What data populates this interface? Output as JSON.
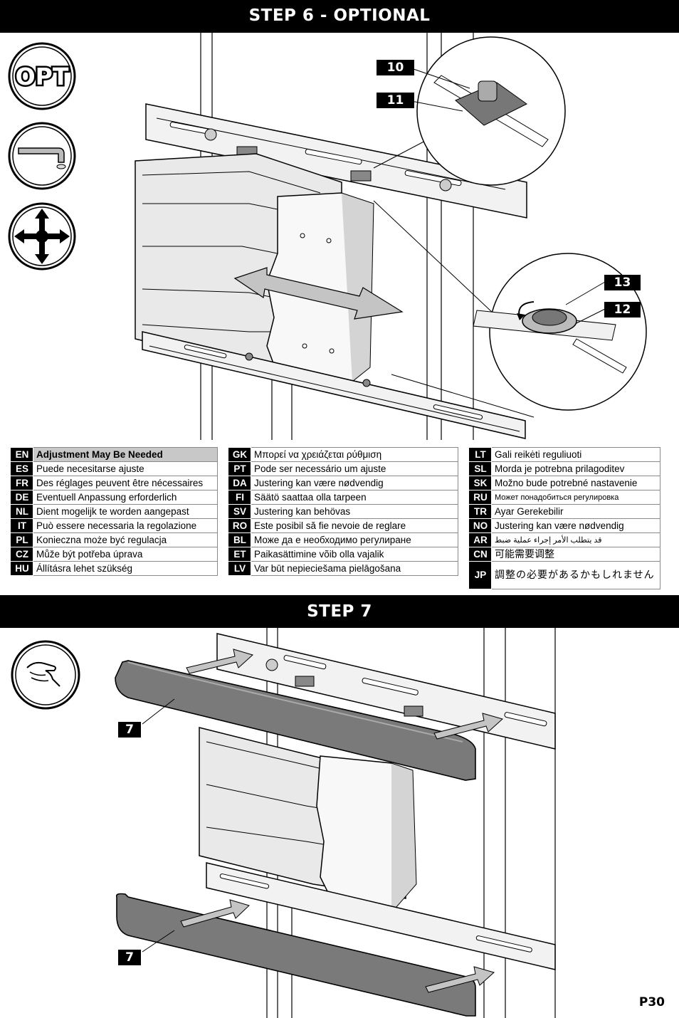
{
  "step6": {
    "title": "STEP 6 - OPTIONAL",
    "opt_icon_label": "OPT"
  },
  "step7": {
    "title": "STEP 7"
  },
  "callouts6": {
    "c10": "10",
    "c11": "11",
    "c13": "13",
    "c12": "12"
  },
  "callouts7": {
    "top": "7",
    "bottom": "7"
  },
  "languages": {
    "col1": [
      {
        "code": "EN",
        "text": "Adjustment May Be Needed"
      },
      {
        "code": "ES",
        "text": "Puede necesitarse ajuste"
      },
      {
        "code": "FR",
        "text": "Des réglages peuvent être nécessaires"
      },
      {
        "code": "DE",
        "text": "Eventuell Anpassung erforderlich"
      },
      {
        "code": "NL",
        "text": "Dient mogelijk te worden aangepast"
      },
      {
        "code": "IT",
        "text": "Può essere necessaria la regolazione"
      },
      {
        "code": "PL",
        "text": "Konieczna może być regulacja"
      },
      {
        "code": "CZ",
        "text": "Může být potřeba úprava"
      },
      {
        "code": "HU",
        "text": "Állításra lehet szükség"
      }
    ],
    "col2": [
      {
        "code": "GK",
        "text": "Μπορεί να χρειάζεται ρύθμιση"
      },
      {
        "code": "PT",
        "text": "Pode ser necessário um ajuste"
      },
      {
        "code": "DA",
        "text": "Justering kan være nødvendig"
      },
      {
        "code": "FI",
        "text": "Säätö saattaa olla tarpeen"
      },
      {
        "code": "SV",
        "text": "Justering kan behövas"
      },
      {
        "code": "RO",
        "text": "Este posibil să fie nevoie de reglare"
      },
      {
        "code": "BL",
        "text": "Може да е необходимо регулиране"
      },
      {
        "code": "ET",
        "text": "Paikasättimine võib olla vajalik"
      },
      {
        "code": "LV",
        "text": "Var būt nepieciešama pielāgošana"
      }
    ],
    "col3": [
      {
        "code": "LT",
        "text": "Gali reikėti reguliuoti"
      },
      {
        "code": "SL",
        "text": "Morda je potrebna prilagoditev"
      },
      {
        "code": "SK",
        "text": "Možno bude potrebné nastavenie"
      },
      {
        "code": "RU",
        "text": "Может понадобиться регулировка"
      },
      {
        "code": "TR",
        "text": "Ayar Gerekebilir"
      },
      {
        "code": "NO",
        "text": "Justering kan være nødvendig"
      },
      {
        "code": "AR",
        "text": "قد يتطلب الأمر إجراء عملية ضبط"
      },
      {
        "code": "CN",
        "text": "可能需要调整"
      },
      {
        "code": "JP",
        "text": "調整の必要があるかもしれません"
      }
    ]
  },
  "page_number": "P30"
}
